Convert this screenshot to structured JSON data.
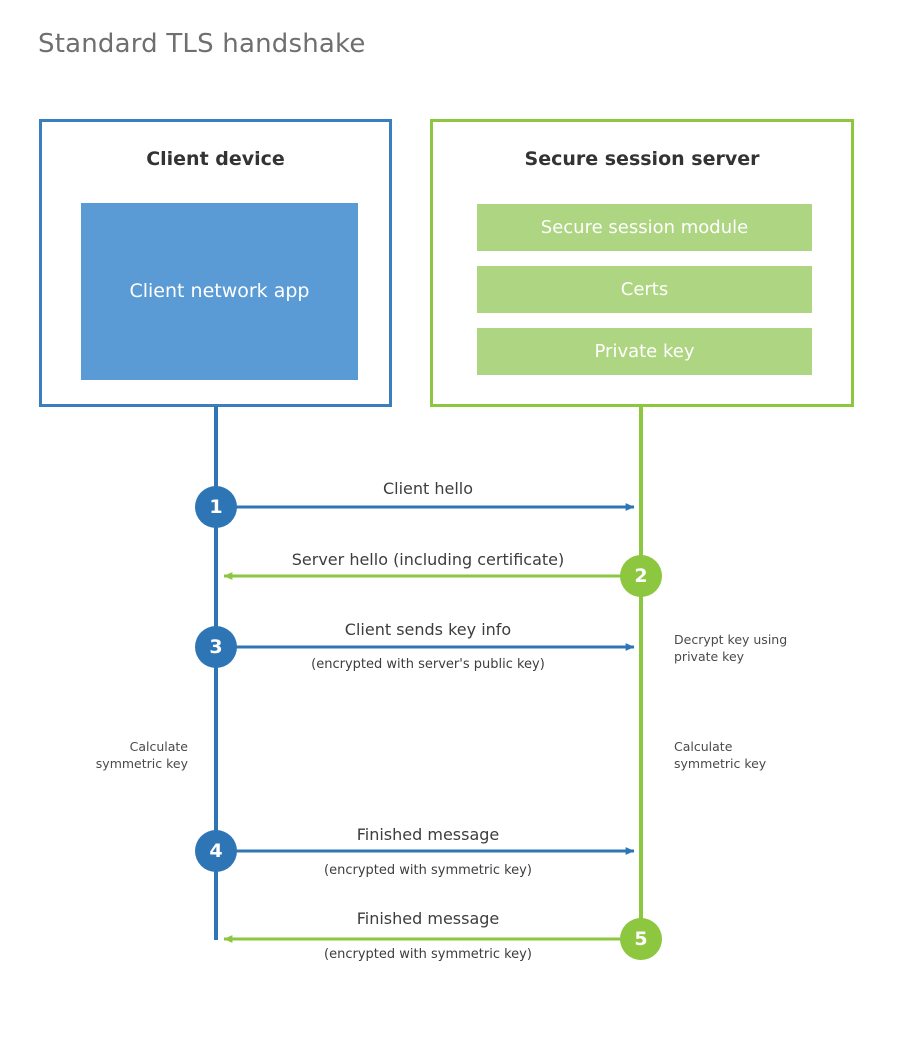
{
  "title": "Standard TLS handshake",
  "colors": {
    "client_accent": "#3a7ebf",
    "client_fill": "#5b9bd5",
    "client_circle": "#2e75b6",
    "server_accent": "#8dc63f",
    "server_fill": "#aed581",
    "text_dark": "#3d3d3d",
    "title_gray": "#6f6f6f",
    "background": "#ffffff"
  },
  "parties": {
    "client": {
      "title": "Client device",
      "components": [
        {
          "label": "Client network app"
        }
      ]
    },
    "server": {
      "title": "Secure session server",
      "components": [
        {
          "label": "Secure session module"
        },
        {
          "label": "Certs"
        },
        {
          "label": "Private key"
        }
      ]
    }
  },
  "steps": [
    {
      "number": "1",
      "label": "Client hello",
      "sublabel": "",
      "direction": "client-to-server",
      "side": "client"
    },
    {
      "number": "2",
      "label": "Server hello (including certificate)",
      "sublabel": "",
      "direction": "server-to-client",
      "side": "server"
    },
    {
      "number": "3",
      "label": "Client sends key info",
      "sublabel": "(encrypted with server's public key)",
      "direction": "client-to-server",
      "side": "client"
    },
    {
      "number": "4",
      "label": "Finished message",
      "sublabel": "(encrypted with symmetric key)",
      "direction": "client-to-server",
      "side": "client"
    },
    {
      "number": "5",
      "label": "Finished message",
      "sublabel": "(encrypted with symmetric key)",
      "direction": "server-to-client",
      "side": "server"
    }
  ],
  "annotations": {
    "decrypt_key": "Decrypt key using\nprivate key",
    "calculate_client": "Calculate\nsymmetric key",
    "calculate_server": "Calculate\nsymmetric key"
  }
}
